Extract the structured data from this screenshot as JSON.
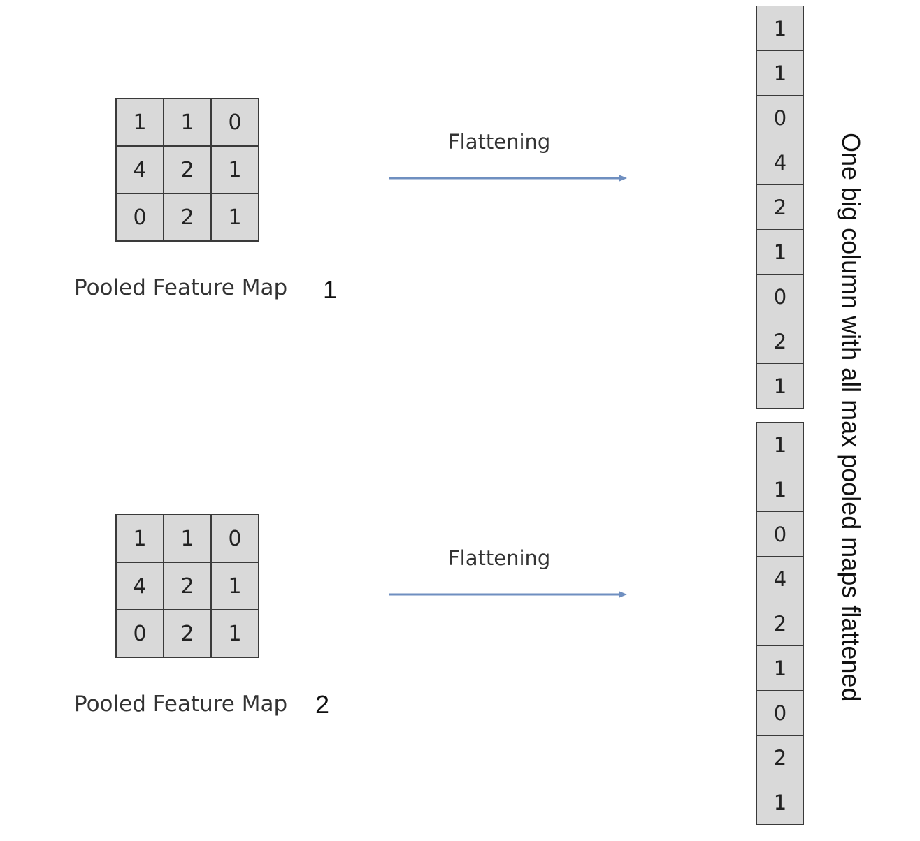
{
  "maps": [
    {
      "caption": "Pooled Feature Map",
      "number": "1",
      "cells": [
        [
          "1",
          "1",
          "0"
        ],
        [
          "4",
          "2",
          "1"
        ],
        [
          "0",
          "2",
          "1"
        ]
      ]
    },
    {
      "caption": "Pooled Feature Map",
      "number": "2",
      "cells": [
        [
          "1",
          "1",
          "0"
        ],
        [
          "4",
          "2",
          "1"
        ],
        [
          "0",
          "2",
          "1"
        ]
      ]
    }
  ],
  "arrows": [
    {
      "label": "Flattening"
    },
    {
      "label": "Flattening"
    }
  ],
  "columns": [
    {
      "values": [
        "1",
        "1",
        "0",
        "4",
        "2",
        "1",
        "0",
        "2",
        "1"
      ]
    },
    {
      "values": [
        "1",
        "1",
        "0",
        "4",
        "2",
        "1",
        "0",
        "2",
        "1"
      ]
    }
  ],
  "side_label": "One big column with all max pooled maps flattened",
  "colors": {
    "cell_fill": "#d9d9d9",
    "arrow": "#6f8fc0",
    "border": "#3a3a3a"
  }
}
